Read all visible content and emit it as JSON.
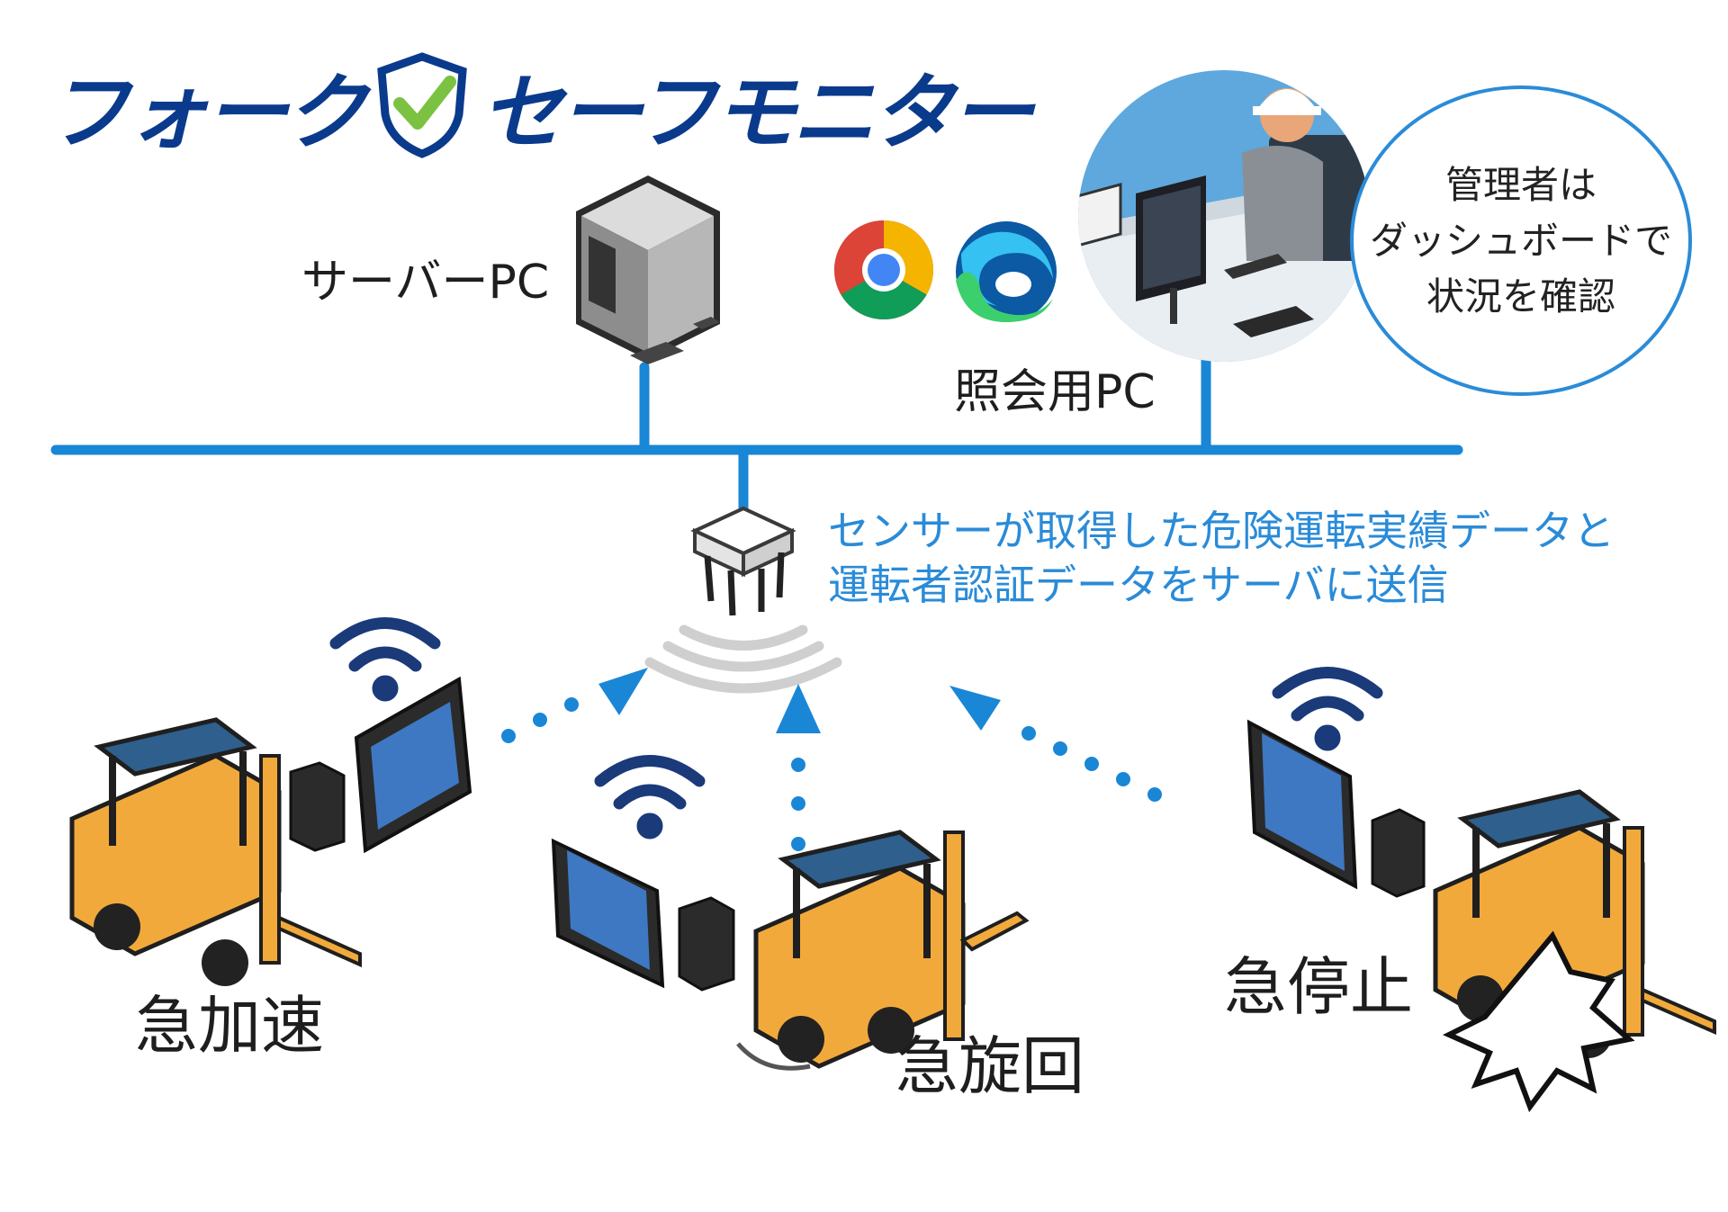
{
  "logo": {
    "left": "フォーク",
    "right": "セーフモニター"
  },
  "labels": {
    "server_pc": "サーバーPC",
    "viewer_pc": "照会用PC",
    "sudden_accel": "急加速",
    "sudden_turn": "急旋回",
    "sudden_stop": "急停止"
  },
  "bubble": {
    "line1": "管理者は",
    "line2": "ダッシュボードで",
    "line3": "状況を確認"
  },
  "note": {
    "line1": "センサーが取得した危険運転実績データと",
    "line2": "運転者認証データをサーバに送信"
  },
  "icons": [
    "shield-check-icon",
    "server-icon",
    "chrome-icon",
    "edge-icon",
    "admin-desk-icon",
    "access-point-icon",
    "wifi-icon",
    "tablet-icon",
    "sensor-box-icon",
    "forklift-icon",
    "burst-icon",
    "arrow-icon"
  ],
  "colors": {
    "network": "#1a86d6",
    "logo": "#0a3a8c",
    "check": "#7cc242",
    "wifi": "#1a3a7a",
    "forklift": "#f2a93b",
    "cab": "#2f5f8c"
  }
}
